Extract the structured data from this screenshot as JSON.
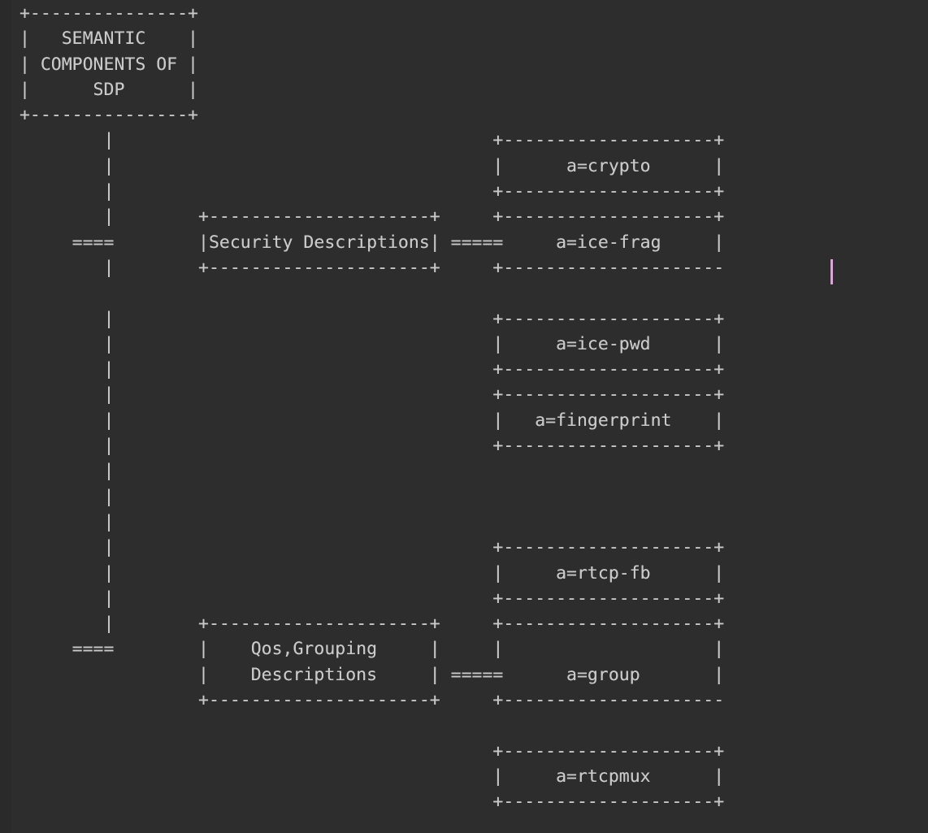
{
  "editor": {
    "background_color": "#2d2d2d",
    "text_color": "#c9c9c9",
    "gutter_color": "#2a2a2a",
    "caret_color": "#d9a7d4",
    "caret_char_col": 67,
    "caret_line": 10
  },
  "diagram": {
    "title": "SEMANTIC COMPONENTS OF SDP",
    "root_box": {
      "lines": [
        "SEMANTIC",
        "COMPONENTS OF",
        "SDP"
      ],
      "width_chars": 15
    },
    "branches": [
      {
        "name": "security-descriptions",
        "label_lines": [
          "Security Descriptions"
        ],
        "connector": "====",
        "child_connector": "=====",
        "children": [
          {
            "label": "a=crypto"
          },
          {
            "label": "a=ice-frag"
          },
          {
            "label": "a=ice-pwd"
          },
          {
            "label": "a=fingerprint"
          }
        ]
      },
      {
        "name": "qos-grouping-descriptions",
        "label_lines": [
          "Qos,Grouping",
          "Descriptions"
        ],
        "connector": "====",
        "child_connector": "=====",
        "children": [
          {
            "label": "a=rtcp-fb"
          },
          {
            "label": "a=group"
          },
          {
            "label": "a=rtcpmux"
          }
        ]
      }
    ],
    "box_chars": {
      "corner": "+",
      "horizontal": "-",
      "vertical": "|"
    }
  },
  "ascii_art": "+---------------+\n|   SEMANTIC    |\n| COMPONENTS OF |\n|      SDP      |\n+---------------+\n               |                              +--------------------+\n               |                              |      a=crypto      |\n               |                              +--------------------+\n               |              +---------------------+--------------------+\n            ====              |Security Descriptions| =====|     a=ice-frag     |\n               |              +---------------------+      +-------------------\n\n               |                              +--------------------+\n               |                              |     a=ice-pwd      |\n               |                              +--------------------+\n               |                              +--------------------+\n               |                              |   a=fingerprint    |\n               |                              +--------------------+\n               |\n               |\n               |\n               |                              +--------------------+\n               |                              |     a=rtcp-fb      |\n               |                              +--------------------+\n               |              +---------------------++--------------------+\n            ====              |    Qos,Grouping     ||                    |\n                              |    Descriptions     | =====|      a=group       |\n                              +---------------------+------------------------\n                                                     +--------------------+\n                                                     |     a=rtcpmux      |\n                                                     +--------------------+"
}
